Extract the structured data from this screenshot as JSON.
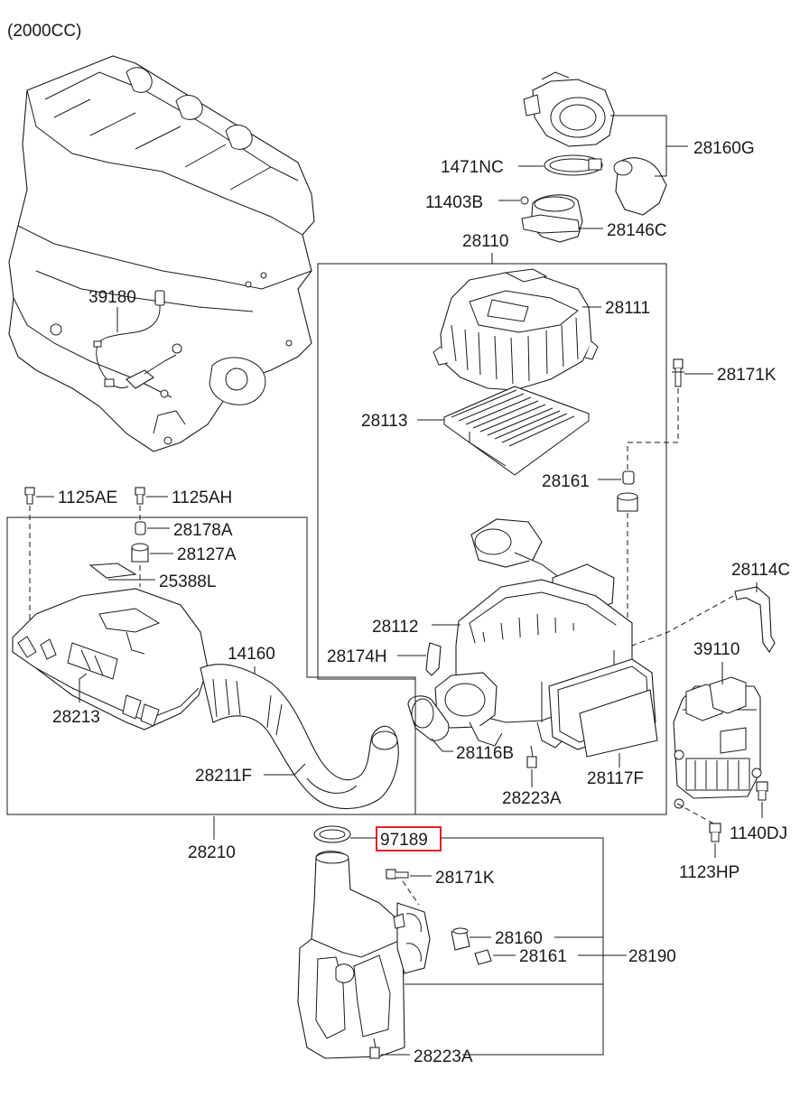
{
  "header": {
    "engine_note": "(2000CC)"
  },
  "highlight_color": "#e0212a",
  "callouts": {
    "c28160G": "28160G",
    "c1471NC": "1471NC",
    "c11403B": "11403B",
    "c28146C": "28146C",
    "c28110": "28110",
    "c28111": "28111",
    "c28171K_top": "28171K",
    "c39180": "39180",
    "c28113": "28113",
    "c28161_top": "28161",
    "c1125AE": "1125AE",
    "c1125AH": "1125AH",
    "c28178A": "28178A",
    "c28127A": "28127A",
    "c25388L": "25388L",
    "c28114C": "28114C",
    "c28112": "28112",
    "c39110": "39110",
    "c14160": "14160",
    "c28174H": "28174H",
    "c28213": "28213",
    "c28116B": "28116B",
    "c28117F": "28117F",
    "c28211F": "28211F",
    "c28223A_top": "28223A",
    "c1140DJ": "1140DJ",
    "c28210": "28210",
    "c97189": "97189",
    "c1123HP": "1123HP",
    "c28171K_bottom": "28171K",
    "c28160": "28160",
    "c28161_bottom": "28161",
    "c28190": "28190",
    "c28223A_bottom": "28223A"
  }
}
